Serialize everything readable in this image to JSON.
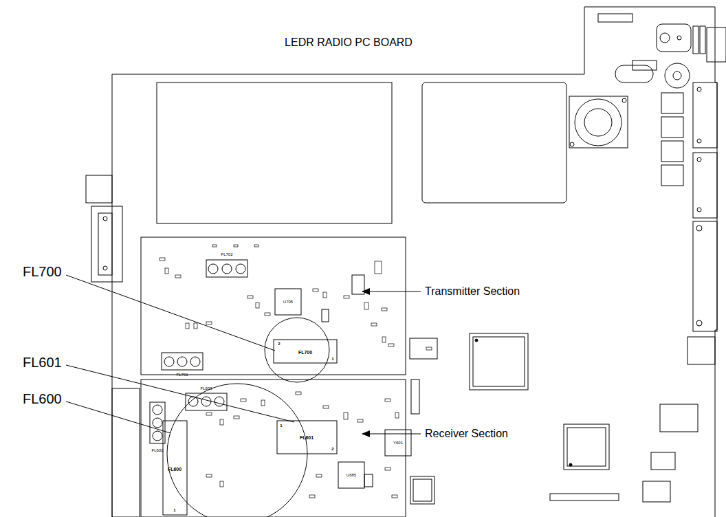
{
  "diagram": {
    "title": "LEDR RADIO PC BOARD",
    "labels": [
      "FL700",
      "FL601",
      "FL600",
      "Transmitter Section",
      "Receiver Section",
      "FL700",
      "FL601",
      "FL600",
      "FL702",
      "FL701",
      "FL603",
      "FL602",
      "U705",
      "Y601",
      "U685",
      "2",
      "1",
      "1",
      "2",
      "1"
    ]
  }
}
